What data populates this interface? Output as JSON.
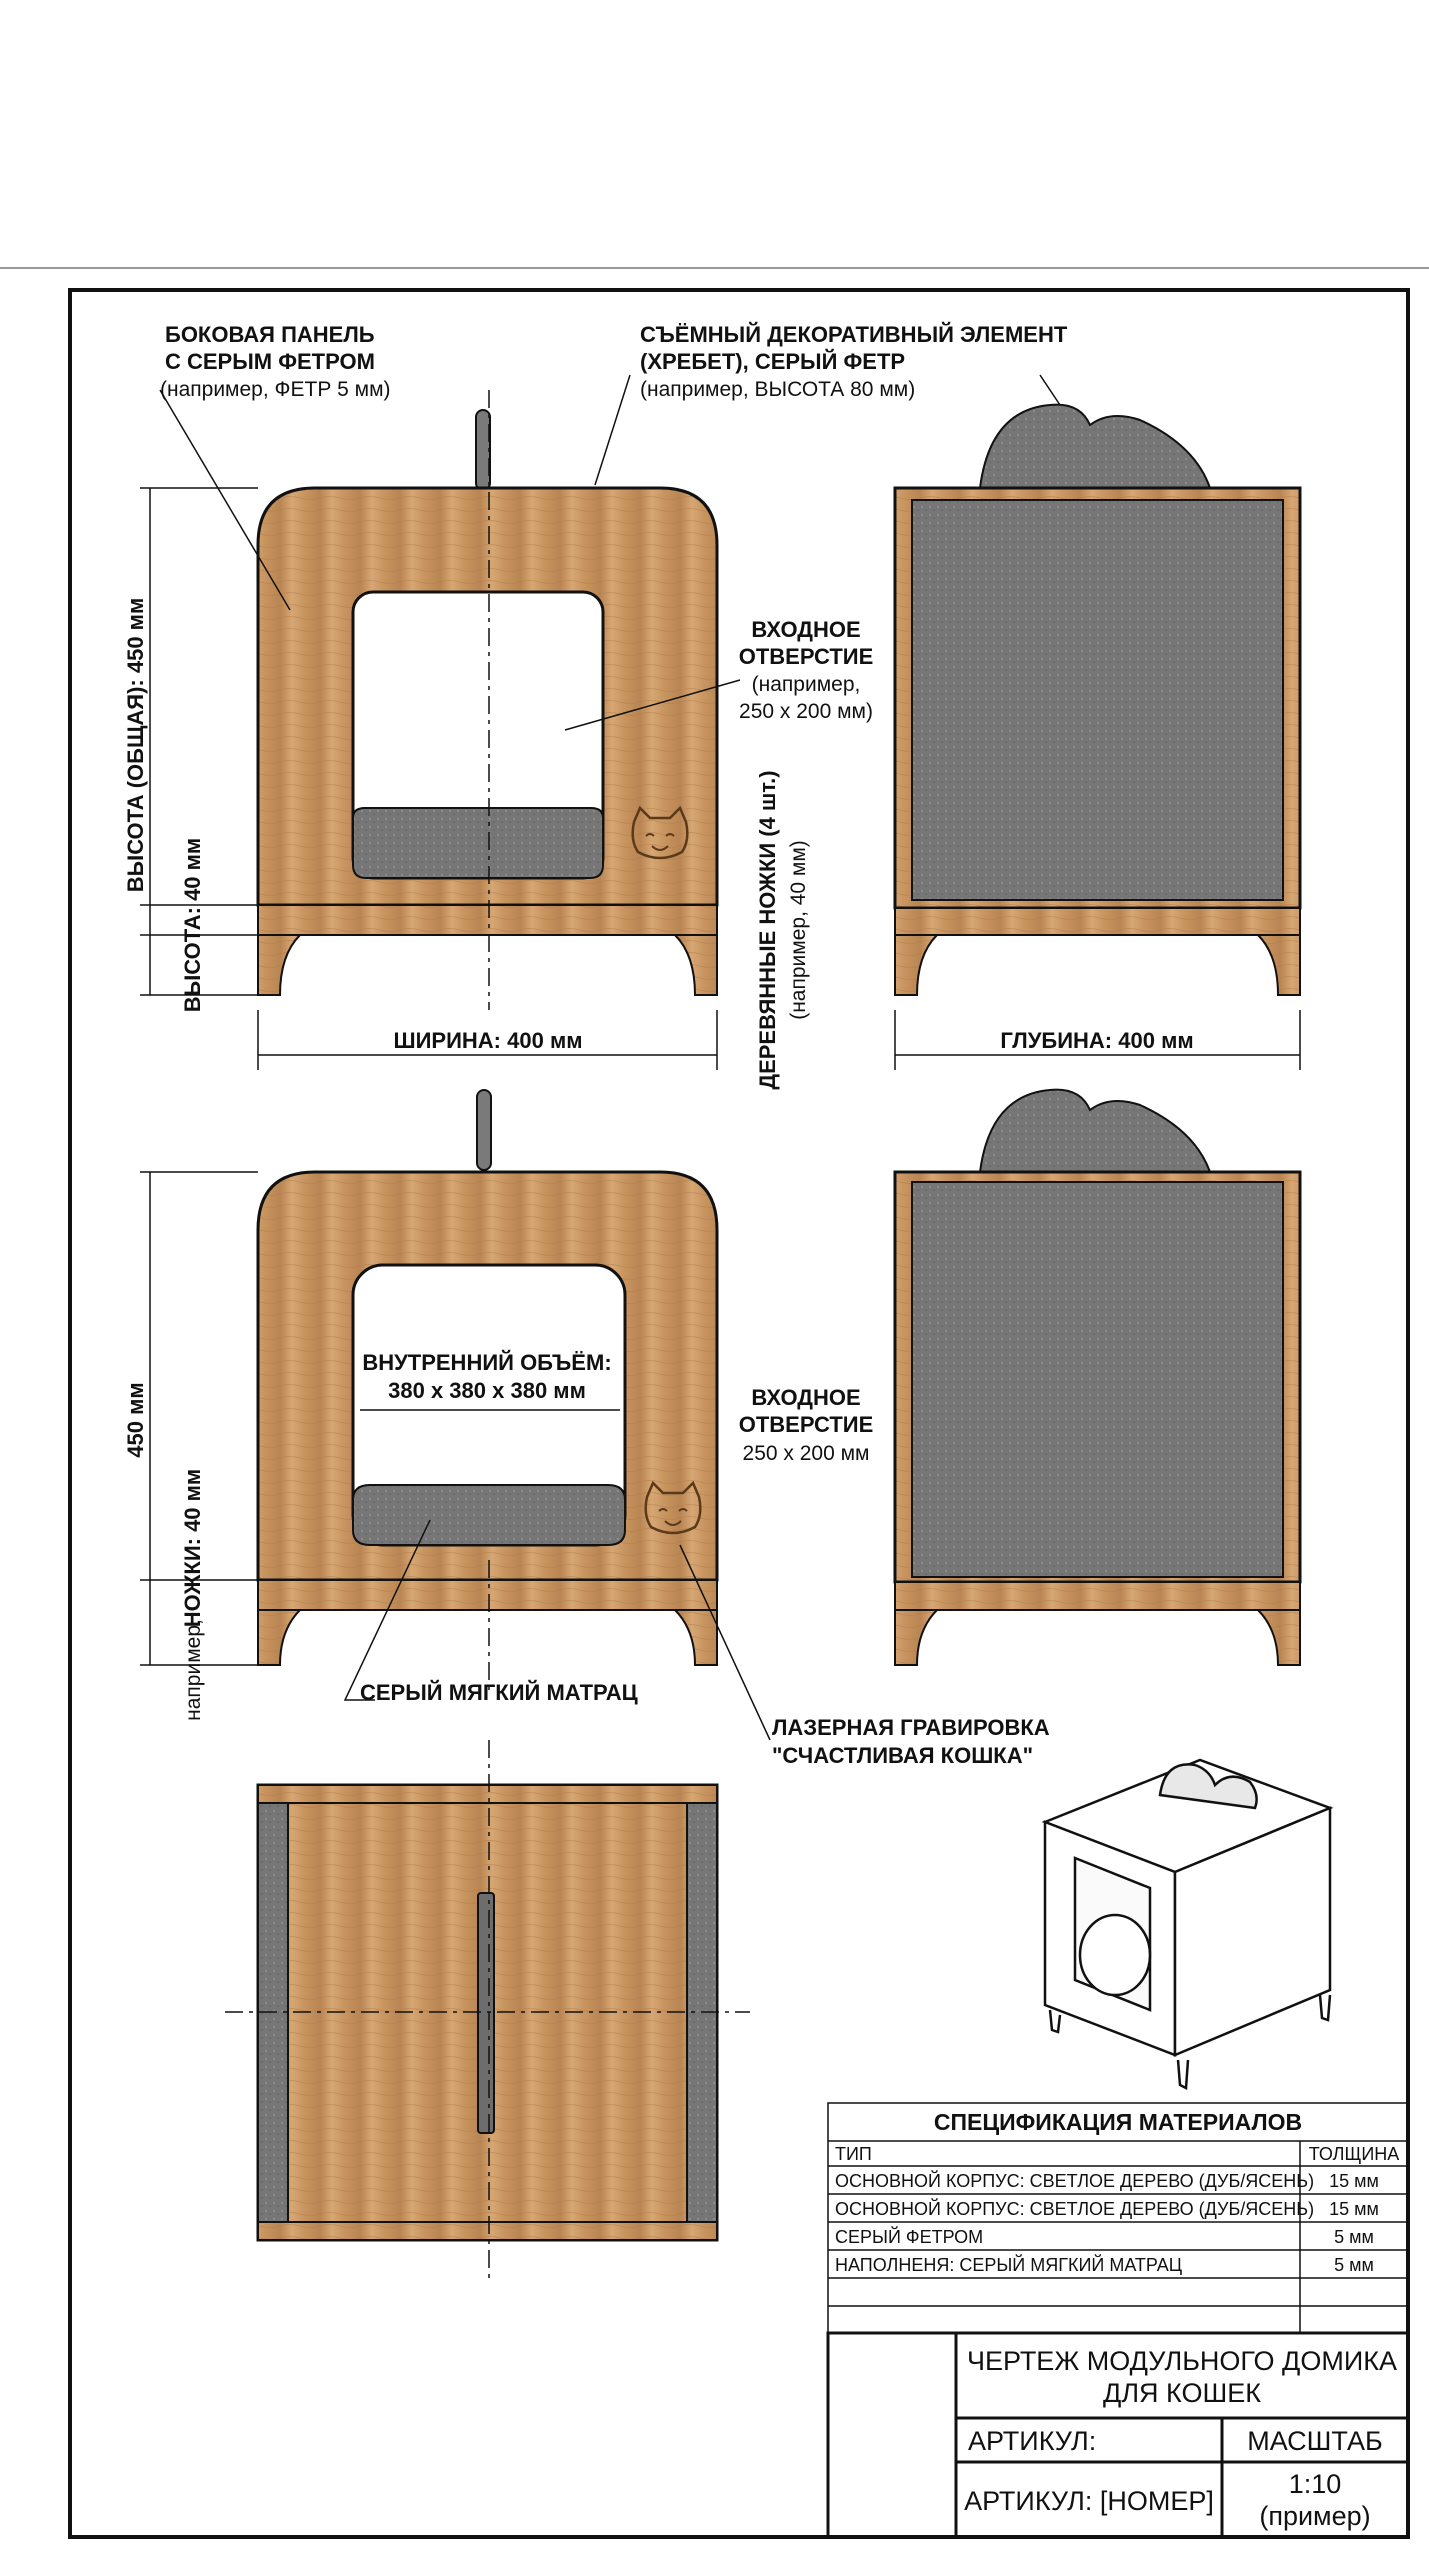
{
  "labels": {
    "side_panel_title_1": "БОКОВАЯ ПАНЕЛЬ",
    "side_panel_title_2": "С СЕРЫМ ФЕТРОМ",
    "side_panel_note": "(например, ФЕТР 5 мм)",
    "spine_title_1": "СЪЁМНЫЙ ДЕКОРАТИВНЫЙ ЭЛЕМЕНТ",
    "spine_title_2": "(ХРЕБЕТ), СЕРЫЙ ФЕТР",
    "spine_note": "(например, ВЫСОТА 80 мм)",
    "entrance_title_1": "ВХОДНОЕ",
    "entrance_title_2": "ОТВЕРСТИЕ",
    "entrance_note_1": "(например,",
    "entrance_note_2": "250 x 200 мм)",
    "height_total": "ВЫСОТА (ОБЩАЯ): 450 мм",
    "height_40": "ВЫСОТА: 40 мм",
    "legs_title": "ДЕРЕВЯННЫЕ НОЖКИ (4 шт.)",
    "legs_note": "(например, 40 мм)",
    "width": "ШИРИНА: 400 мм",
    "depth": "ГЛУБИНА: 400 мм",
    "height_450": "450 мм",
    "legs_40": "НОЖКИ: 40 мм",
    "legs_prefix": "например,",
    "inner_volume_1": "ВНУТРЕННИЙ ОБЪЁМ:",
    "inner_volume_2": "380 x 380 x 380 мм",
    "entrance2_title_1": "ВХОДНОЕ",
    "entrance2_title_2": "ОТВЕРСТИЕ",
    "entrance2_size": "250 x 200 мм",
    "mattress": "СЕРЫЙ МЯГКИЙ МАТРАЦ",
    "engraving_1": "ЛАЗЕРНАЯ ГРАВИРОВКА",
    "engraving_2": "\"СЧАСТЛИВАЯ КОШКА\""
  },
  "spec": {
    "title": "СПЕЦИФИКАЦИЯ МАТЕРИАЛОВ",
    "col_type": "ТИП",
    "col_thickness": "ТОЛЩИНА",
    "rows": [
      {
        "type": "ОСНОВНОЙ КОРПУС: СВЕТЛОЕ ДЕРЕВО (ДУБ/ЯСЕНЬ)",
        "thickness": "15 мм"
      },
      {
        "type": "ОСНОВНОЙ КОРПУС: СВЕТЛОЕ ДЕРЕВО (ДУБ/ЯСЕНЬ)",
        "thickness": "15 мм"
      },
      {
        "type": "СЕРЫЙ ФЕТРОМ",
        "thickness": "5 мм"
      },
      {
        "type": "НАПОЛНЕНЯ: СЕРЫЙ МЯГКИЙ МАТРАЦ",
        "thickness": "5 мм"
      }
    ]
  },
  "title_block": {
    "title_1": "ЧЕРТЕЖ МОДУЛЬНОГО ДОМИКА",
    "title_2": "ДЛЯ КОШЕК",
    "article_label": "АРТИКУЛ:",
    "scale_label": "МАСШТАБ",
    "article_value": "АРТИКУЛ: [НОМЕР]",
    "scale_value_1": "1:10",
    "scale_value_2": "(пример)"
  },
  "colors": {
    "wood": "#c9935e",
    "wood_dark": "#a8733f",
    "felt": "#7a7a7a",
    "line": "#111111"
  }
}
